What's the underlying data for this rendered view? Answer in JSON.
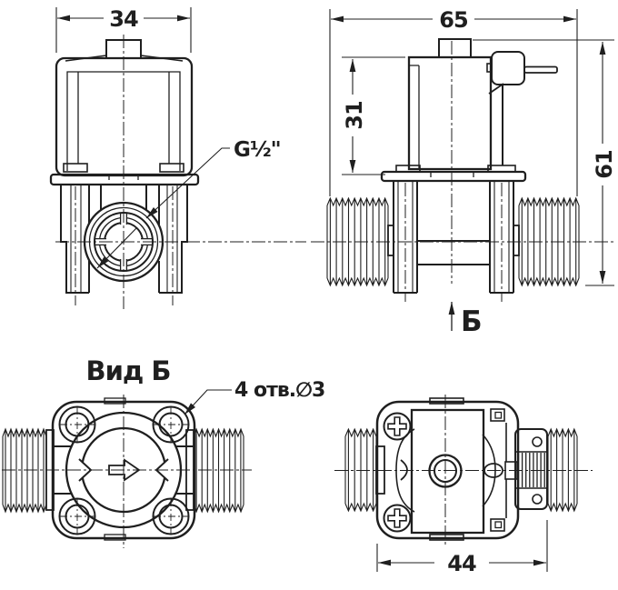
{
  "labels": {
    "thread_size": "G½\"",
    "view_b_title": "Вид Б",
    "holes_note": "4 отв.∅3",
    "section_view": "Б"
  },
  "dimensions": {
    "front_width": "34",
    "side_width": "65",
    "coil_height": "31",
    "total_height": "61",
    "body_width": "44"
  },
  "colors": {
    "line": "#1f1f1f",
    "background": "#ffffff"
  }
}
